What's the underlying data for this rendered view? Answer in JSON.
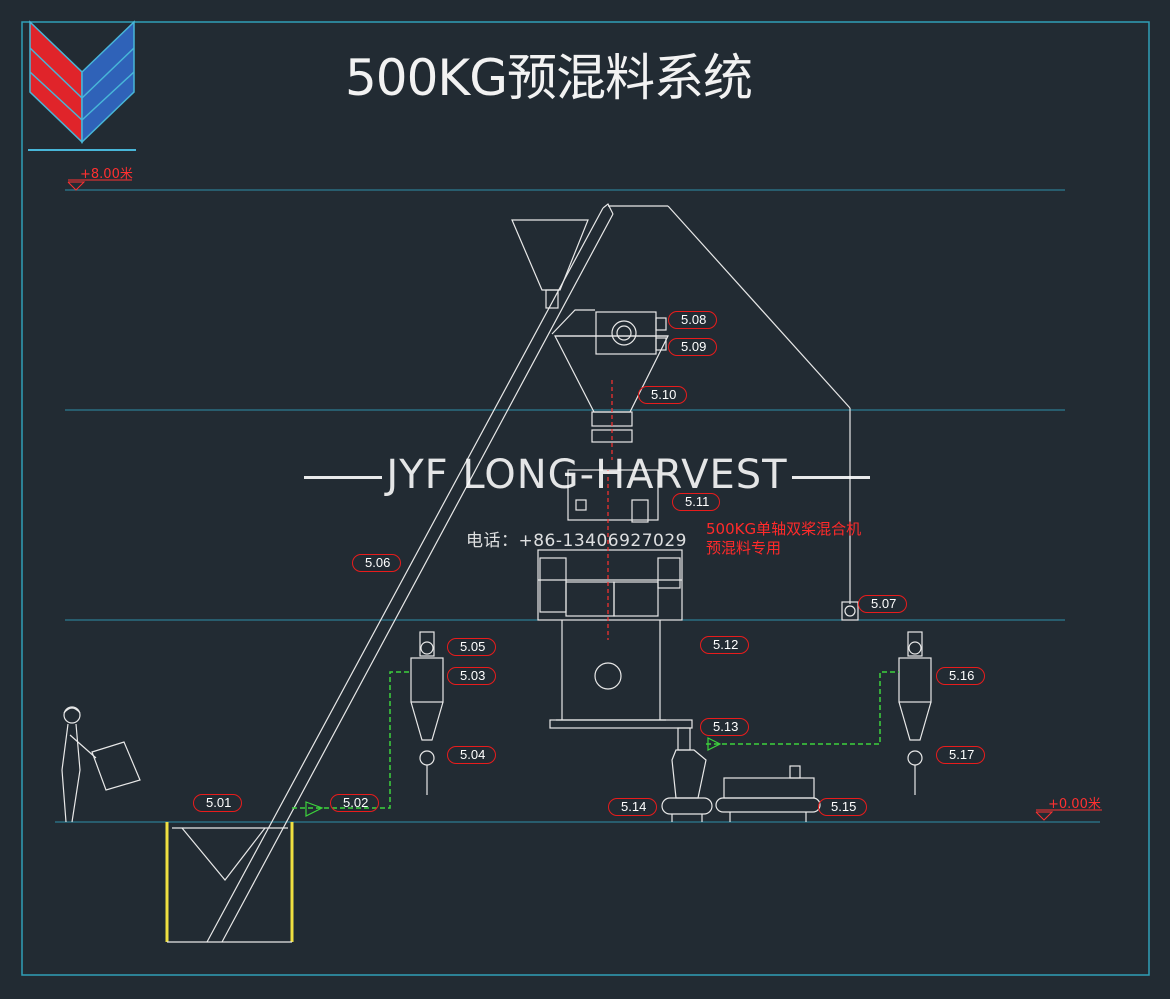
{
  "title": "500KG预混料系统",
  "watermark": {
    "brand": "JYF LONG-HARVEST",
    "phone": "电话：+86-13406927029"
  },
  "mixer_note": {
    "line1": "500KG单轴双桨混合机",
    "line2": "预混料专用"
  },
  "levels": {
    "top": "+8.00米",
    "ground": "+0.00米"
  },
  "tags": {
    "t501": "5.01",
    "t502": "5.02",
    "t503": "5.03",
    "t504": "5.04",
    "t505": "5.05",
    "t506": "5.06",
    "t507": "5.07",
    "t508": "5.08",
    "t509": "5.09",
    "t510": "5.10",
    "t511": "5.11",
    "t512": "5.12",
    "t513": "5.13",
    "t514": "5.14",
    "t515": "5.15",
    "t516": "5.16",
    "t517": "5.17"
  },
  "colors": {
    "background": "#222b33",
    "floor_line": "#2f8fa8",
    "tag_border": "#e81c1c",
    "dust_pipe": "#3cd23c",
    "pit_wall": "#f0e040",
    "logo_red": "#e0242a",
    "logo_blue": "#2f62b8"
  }
}
